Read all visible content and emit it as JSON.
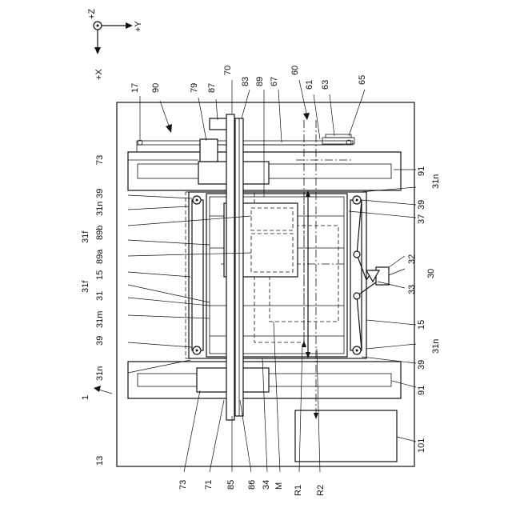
{
  "axes": {
    "z": "+Z",
    "y": "+Y",
    "x": "+X"
  },
  "labels": {
    "l17": "17",
    "l90": "90",
    "l79": "79",
    "l87": "87",
    "l70": "70",
    "l83": "83",
    "l89": "89",
    "l67": "67",
    "l60": "60",
    "l61": "61",
    "l63": "63",
    "l65": "65",
    "l73t": "73",
    "l39a": "39",
    "l31na": "31n",
    "l89b": "89b",
    "l31fa": "31f",
    "l89a": "89a",
    "l15a": "15",
    "l31fb": "31f",
    "l31": "31",
    "l31m": "31m",
    "l39b": "39",
    "l31nb": "31n",
    "l1": "1",
    "l13": "13",
    "r91a": "91",
    "r31na": "31n",
    "r39a": "39",
    "r37": "37",
    "r32": "32",
    "r30": "30",
    "r33": "33",
    "r15": "15",
    "r31nb": "31n",
    "r39b": "39",
    "r91b": "91",
    "r101": "101",
    "b73": "73",
    "b71": "71",
    "b85": "85",
    "b86": "86",
    "b34": "34",
    "bM": "M",
    "bR1": "R1",
    "bR2": "R2"
  }
}
